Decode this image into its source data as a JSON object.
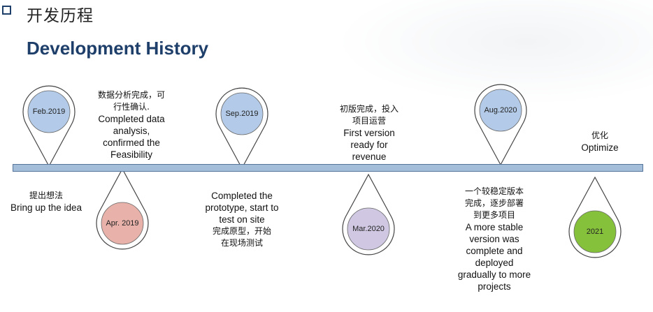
{
  "header": {
    "title_cn": "开发历程",
    "title_en": "Development History"
  },
  "colors": {
    "bar_fill": "#a4bdd8",
    "bar_stroke": "#55759a",
    "title": "#1f3f6b",
    "marker_blue": "#b3cbe8",
    "marker_pink": "#e8b2aa",
    "marker_lavender": "#d0c8e3",
    "marker_green": "#86c13c"
  },
  "milestones": [
    {
      "date": "Feb.2019",
      "color": "marker_blue"
    },
    {
      "date": "Apr. 2019",
      "color": "marker_pink"
    },
    {
      "date": "Sep.2019",
      "color": "marker_blue"
    },
    {
      "date": "Mar.2020",
      "color": "marker_lavender"
    },
    {
      "date": "Aug.2020",
      "color": "marker_blue"
    },
    {
      "date": "2021",
      "color": "marker_green"
    }
  ],
  "descriptions": [
    {
      "cn": "提出想法",
      "en": "Bring up the idea"
    },
    {
      "cn": "数据分析完成，可\n行性确认.",
      "en": "Completed data\nanalysis,\nconfirmed the\nFeasibility"
    },
    {
      "cn": "完成原型，开始\n在现场测试",
      "en": "Completed the\nprototype, start to\ntest on site"
    },
    {
      "cn": "初版完成，投入\n项目运营",
      "en": "First version\nready for\nrevenue"
    },
    {
      "cn": "一个较稳定版本\n完成，逐步部署\n到更多项目",
      "en": "A more stable\nversion was\ncomplete and\ndeployed\ngradually to more\nprojects"
    },
    {
      "cn": "优化",
      "en": "Optimize"
    }
  ]
}
